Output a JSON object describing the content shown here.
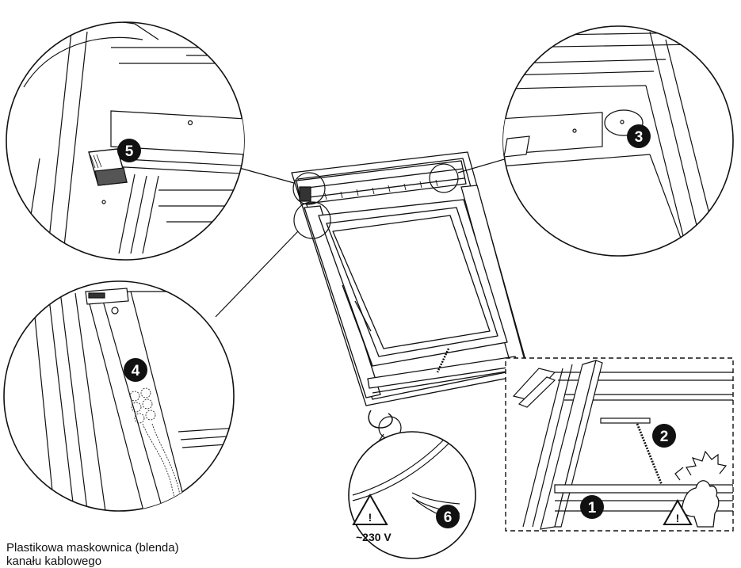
{
  "badges": {
    "b1": "1",
    "b2": "2",
    "b3": "3",
    "b4": "4",
    "b5": "5",
    "b6": "6"
  },
  "voltage_label": "~230 V",
  "warning_symbol": "!",
  "caption": {
    "line1": "Plastikowa maskownica (blenda)",
    "line2": "kanału kablowego"
  },
  "icons": [
    "warning-triangle-icon",
    "hand-icon",
    "cable-icon"
  ],
  "colors": {
    "ink": "#111111",
    "background": "#ffffff",
    "badge": "#111111"
  }
}
